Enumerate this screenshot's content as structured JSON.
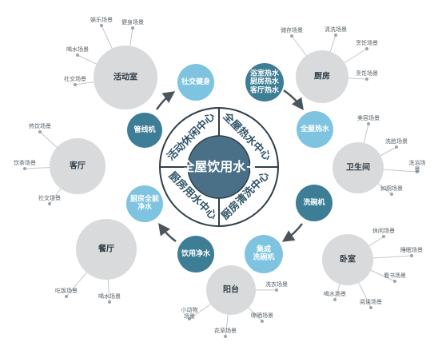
{
  "center": {
    "label": "全屋饮用水+"
  },
  "ring_sections": [
    {
      "id": "leisure",
      "label": "活动休闲中心"
    },
    {
      "id": "hotwater",
      "label": "全屋热水中心"
    },
    {
      "id": "clean",
      "label": "厨房清洗中心"
    },
    {
      "id": "drink",
      "label": "厨房用水中心"
    }
  ],
  "products": [
    {
      "id": "social-fitness",
      "label": "社交健身"
    },
    {
      "id": "bath-kitchen-water",
      "label": "浴室热水\n厨房热水\n客厅热水"
    },
    {
      "id": "whole-house-hot",
      "label": "全屋热水"
    },
    {
      "id": "dishwasher",
      "label": "洗碗机"
    },
    {
      "id": "integrated-dishwasher",
      "label": "集成\n洗碗机"
    },
    {
      "id": "drinking-purify",
      "label": "饮用净水"
    },
    {
      "id": "kitchen-all-purify",
      "label": "厨房全能\n净水"
    },
    {
      "id": "pipeline-machine",
      "label": "管线机"
    }
  ],
  "rooms": [
    {
      "id": "activity-room",
      "label": "活动室",
      "scenes": [
        "娱乐场景",
        "健身场景",
        "喝水场景",
        "社交场景"
      ]
    },
    {
      "id": "kitchen",
      "label": "厨房",
      "scenes": [
        "储存场景",
        "清洗场景",
        "烹饪场景",
        "烹饪场景"
      ]
    },
    {
      "id": "living-room",
      "label": "客厅",
      "scenes": [
        "热饮场景",
        "饮茶场景",
        "社交场景"
      ]
    },
    {
      "id": "bathroom",
      "label": "卫生间",
      "scenes": [
        "美容场景",
        "洗脸场景",
        "洗浴场景",
        "如厕场景"
      ]
    },
    {
      "id": "dining-room",
      "label": "餐厅",
      "scenes": [
        "吃饭场景",
        "喝水场景"
      ]
    },
    {
      "id": "balcony",
      "label": "阳台",
      "scenes": [
        "洗衣场景",
        "小动物\n场景",
        "晾晒场景",
        "花草场景"
      ]
    },
    {
      "id": "bedroom",
      "label": "卧室",
      "scenes": [
        "休闲场景",
        "睡眠场景",
        "看书场景",
        "喝水场景",
        "阅读场景"
      ]
    }
  ],
  "colors": {
    "ring_fill": "#ffffff",
    "center_fill": "#4a7088",
    "light_blue": "#7ec4e0",
    "dark_teal": "#3d7e96",
    "gray_bubble": "#d9dadc",
    "arrow": "#4a555c"
  }
}
